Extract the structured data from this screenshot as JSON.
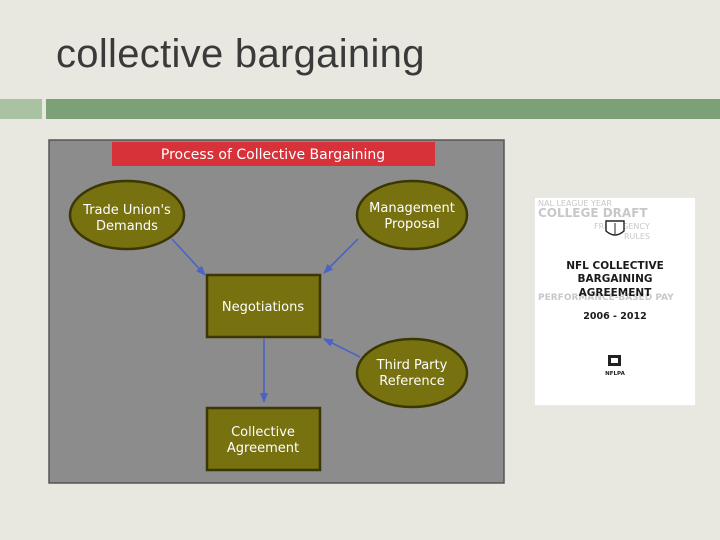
{
  "slide": {
    "title": "collective bargaining"
  },
  "diagram": {
    "title": "Process of Collective Bargaining",
    "nodes": {
      "trade_union": [
        "Trade Union's",
        "Demands"
      ],
      "management": [
        "Management",
        "Proposal"
      ],
      "negotiations": [
        "Negotiations"
      ],
      "third_party": [
        "Third Party",
        "Reference"
      ],
      "agreement": [
        "Collective",
        "Agreement"
      ]
    },
    "colors": {
      "background": "#8c8c8c",
      "node_fill": "#777110",
      "node_stroke": "#3a3705",
      "title_bar": "#d7313a",
      "arrow": "#4a63c9"
    }
  },
  "book": {
    "header_lines": [
      "NAL LEAGUE YEAR",
      "COLLEGE DRAFT",
      "FREE AGENCY",
      "RULES",
      "PERFORMANCE-BASED PAY"
    ],
    "cover_title": [
      "NFL COLLECTIVE",
      "BARGAINING",
      "AGREEMENT"
    ],
    "years": "2006 - 2012",
    "logo_label": "NFLPA"
  }
}
